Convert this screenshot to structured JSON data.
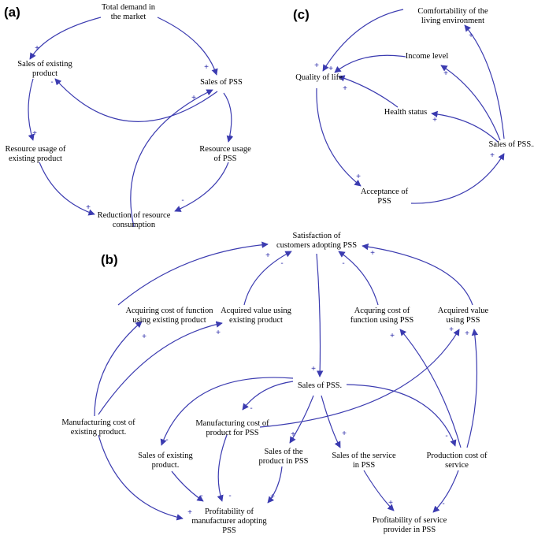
{
  "panels": [
    {
      "id": "a",
      "label": "(a)"
    },
    {
      "id": "b",
      "label": "(b)"
    },
    {
      "id": "c",
      "label": "(c)"
    }
  ],
  "nodes": {
    "a_total_demand": [
      "Total demand in",
      "the market"
    ],
    "a_sales_existing": [
      "Sales of existing",
      "product"
    ],
    "a_sales_pss": [
      "Sales of PSS"
    ],
    "a_resource_existing": [
      "Resource usage of",
      "existing product"
    ],
    "a_resource_pss": [
      "Resource usage",
      "of PSS"
    ],
    "a_reduction": [
      "Reduction of resource",
      "consumption"
    ],
    "c_comfort": [
      "Comfortability of the",
      "living environment"
    ],
    "c_income": [
      "Income level"
    ],
    "c_quality": [
      "Quality of life"
    ],
    "c_health": [
      "Health status"
    ],
    "c_sales_pss": [
      "Sales of PSS.."
    ],
    "c_acceptance": [
      "Acceptance of",
      "PSS"
    ],
    "b_satisfaction": [
      "Satisfaction of",
      "customers adopting PSS"
    ],
    "b_acq_cost_existing": [
      "Acquiring cost of function",
      "using existing product"
    ],
    "b_acq_value_existing": [
      "Acquired value using",
      "existing product"
    ],
    "b_acq_cost_pss": [
      "Acquring cost of",
      "function using PSS"
    ],
    "b_acq_value_pss": [
      "Acquired value",
      "using PSS"
    ],
    "b_sales_pss": [
      "Sales of PSS."
    ],
    "b_mfg_cost_existing": [
      "Manufacturing cost of",
      "existing product."
    ],
    "b_mfg_cost_pss": [
      "Manufacturing cost of",
      "product for PSS"
    ],
    "b_sales_existing": [
      "Sales of existing",
      "product."
    ],
    "b_sales_product_pss": [
      "Sales of the",
      "product in PSS"
    ],
    "b_sales_service_pss": [
      "Sales of the service",
      "in PSS"
    ],
    "b_production_cost": [
      "Production cost of",
      "service"
    ],
    "b_profit_manufacturer": [
      "Profitability of",
      "manufacturer adopting",
      "PSS"
    ],
    "b_profit_service": [
      "Profitability of service",
      "provider in PSS"
    ]
  },
  "links": [
    {
      "id": "a_td_se",
      "polarity": "+"
    },
    {
      "id": "a_td_sp",
      "polarity": "+"
    },
    {
      "id": "a_sp_se",
      "polarity": "-"
    },
    {
      "id": "a_se_re",
      "polarity": "+"
    },
    {
      "id": "a_sp_rp",
      "polarity": "+"
    },
    {
      "id": "a_re_rd",
      "polarity": "+"
    },
    {
      "id": "a_rp_rd",
      "polarity": "-"
    },
    {
      "id": "a_rd_sp",
      "polarity": "+"
    },
    {
      "id": "c_sp_comfort",
      "polarity": "+"
    },
    {
      "id": "c_sp_income",
      "polarity": "+"
    },
    {
      "id": "c_sp_health",
      "polarity": "+"
    },
    {
      "id": "c_comfort_q",
      "polarity": "+"
    },
    {
      "id": "c_income_q",
      "polarity": "+"
    },
    {
      "id": "c_health_q",
      "polarity": "+"
    },
    {
      "id": "c_q_acc",
      "polarity": "+"
    },
    {
      "id": "c_acc_sp",
      "polarity": "+"
    },
    {
      "id": "b_ace_sat",
      "polarity": "+"
    },
    {
      "id": "b_ave_sat",
      "polarity": "-"
    },
    {
      "id": "b_acp_sat",
      "polarity": "-"
    },
    {
      "id": "b_avp_sat",
      "polarity": "+"
    },
    {
      "id": "b_sat_sp",
      "polarity": "+"
    },
    {
      "id": "b_mce_ace",
      "polarity": "+"
    },
    {
      "id": "b_mce_ave",
      "polarity": "+"
    },
    {
      "id": "b_mce_pm",
      "polarity": "+"
    },
    {
      "id": "b_sp_mcp",
      "polarity": "-"
    },
    {
      "id": "b_sp_se",
      "polarity": "-"
    },
    {
      "id": "b_sp_spp",
      "polarity": "+"
    },
    {
      "id": "b_sp_ssp",
      "polarity": "+"
    },
    {
      "id": "b_sp_pc",
      "polarity": "-"
    },
    {
      "id": "b_mcp_avp",
      "polarity": "+"
    },
    {
      "id": "b_pc_acp",
      "polarity": "+"
    },
    {
      "id": "b_pc_avp",
      "polarity": "+"
    },
    {
      "id": "b_mcp_pm",
      "polarity": "-"
    },
    {
      "id": "b_se_pm",
      "polarity": "-"
    },
    {
      "id": "b_spp_pm",
      "polarity": "+"
    },
    {
      "id": "b_ssp_ps",
      "polarity": "+"
    },
    {
      "id": "b_pc_ps",
      "polarity": "-"
    }
  ]
}
